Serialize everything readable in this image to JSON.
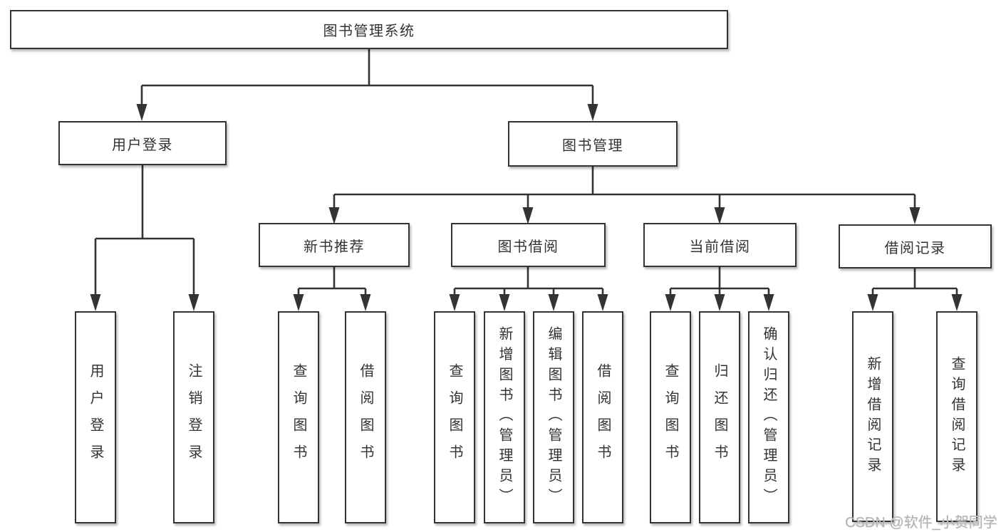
{
  "diagram_type": "hierarchy-tree",
  "tree": {
    "label": "图书管理系统",
    "children": [
      {
        "label": "用户登录",
        "children": [
          {
            "label": "用户登录"
          },
          {
            "label": "注销登录"
          }
        ]
      },
      {
        "label": "图书管理",
        "children": [
          {
            "label": "新书推荐",
            "children": [
              {
                "label": "查询图书"
              },
              {
                "label": "借阅图书"
              }
            ]
          },
          {
            "label": "图书借阅",
            "children": [
              {
                "label": "查询图书"
              },
              {
                "label": "新增图书（管理员）"
              },
              {
                "label": "编辑图书（管理员）"
              },
              {
                "label": "借阅图书"
              }
            ]
          },
          {
            "label": "当前借阅",
            "children": [
              {
                "label": "查询图书"
              },
              {
                "label": "归还图书"
              },
              {
                "label": "确认归还（管理员）"
              }
            ]
          },
          {
            "label": "借阅记录",
            "children": [
              {
                "label": "新增借阅记录"
              },
              {
                "label": "查询借阅记录"
              }
            ]
          }
        ]
      }
    ]
  },
  "watermark": {
    "text": "CSDN @软件_小贺同学"
  },
  "colors": {
    "line": "#333333",
    "box_border": "#333333",
    "text": "#333333",
    "watermark": "#b3b3b3",
    "background": "#ffffff"
  }
}
